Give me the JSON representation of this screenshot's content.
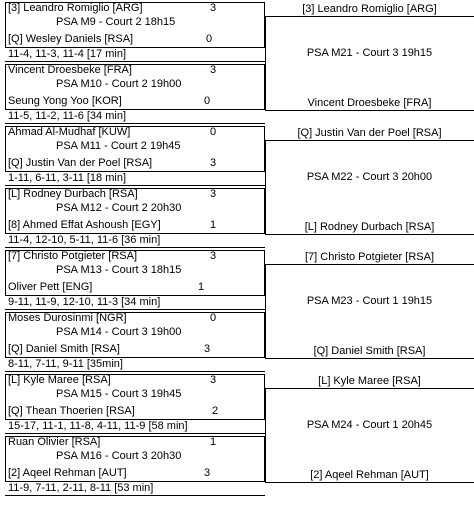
{
  "matches": [
    {
      "top_player": "[3] Leandro Romiglio [ARG]",
      "top_score": "3",
      "info": "PSA M9 - Court 2 18h15",
      "bottom_player": "[Q] Wesley Daniels [RSA]",
      "bottom_score": "0",
      "result": "11-4, 11-3, 11-4 [17 min]"
    },
    {
      "top_player": "Vincent Droesbeke [FRA]",
      "top_score": "3",
      "info": "PSA M10 - Court 2 19h00",
      "bottom_player": "Seung Yong Yoo [KOR]",
      "bottom_score": "0",
      "result": "11-5, 11-2, 11-6 [34 min]"
    },
    {
      "top_player": "Ahmad Al-Mudhaf [KUW]",
      "top_score": "0",
      "info": "PSA M11 - Court 2 19h45",
      "bottom_player": "[Q] Justin Van der Poel [RSA]",
      "bottom_score": "3",
      "result": "1-11, 6-11, 3-11 [18 min]"
    },
    {
      "top_player": "[L] Rodney Durbach [RSA]",
      "top_score": "3",
      "info": "PSA M12 - Court 2 20h30",
      "bottom_player": "[8] Ahmed Effat Ashoush [EGY]",
      "bottom_score": "1",
      "result": "11-4, 12-10, 5-11, 11-6 [36 min]"
    },
    {
      "top_player": "[7] Christo Potgieter [RSA]",
      "top_score": "3",
      "info": "PSA M13 - Court 3 18h15",
      "bottom_player": "Oliver Pett [ENG]",
      "bottom_score": "1",
      "result": "9-11, 11-9, 12-10, 11-3 [34 min]"
    },
    {
      "top_player": "Moses Durosinmi [NGR]",
      "top_score": "0",
      "info": "PSA M14 - Court 3 19h00",
      "bottom_player": "[Q] Daniel Smith [RSA]",
      "bottom_score": "3",
      "result": "8-11, 7-11, 9-11 [35min]"
    },
    {
      "top_player": "[L] Kyle Maree [RSA]",
      "top_score": "3",
      "info": "PSA M15 - Court 3 19h45",
      "bottom_player": "[Q] Thean Thoerien [RSA]",
      "bottom_score": "2",
      "result": "15-17, 11-1, 11-8, 4-11, 11-9 [58 min]"
    },
    {
      "top_player": "Ruan Olivier [RSA]",
      "top_score": "1",
      "info": "PSA M16 - Court 3 20h30",
      "bottom_player": "[2] Aqeel Rehman [AUT]",
      "bottom_score": "3",
      "result": "11-9, 7-11, 2-11, 8-11 [53 min]"
    }
  ],
  "next_round": [
    {
      "top": "[3] Leandro Romiglio [ARG]",
      "info": "PSA M21 - Court 3 19h15",
      "bottom": "Vincent Droesbeke [FRA]"
    },
    {
      "top": "[Q] Justin Van der Poel [RSA]",
      "info": "PSA M22 - Court 3 20h00",
      "bottom": "[L] Rodney Durbach [RSA]"
    },
    {
      "top": "[7] Christo Potgieter [RSA]",
      "info": "PSA M23 - Court 1 19h15",
      "bottom": "[Q] Daniel Smith [RSA]"
    },
    {
      "top": "[L] Kyle Maree [RSA]",
      "info": "PSA M24 - Court 1 20h45",
      "bottom": "[2] Aqeel Rehman [AUT]"
    }
  ]
}
